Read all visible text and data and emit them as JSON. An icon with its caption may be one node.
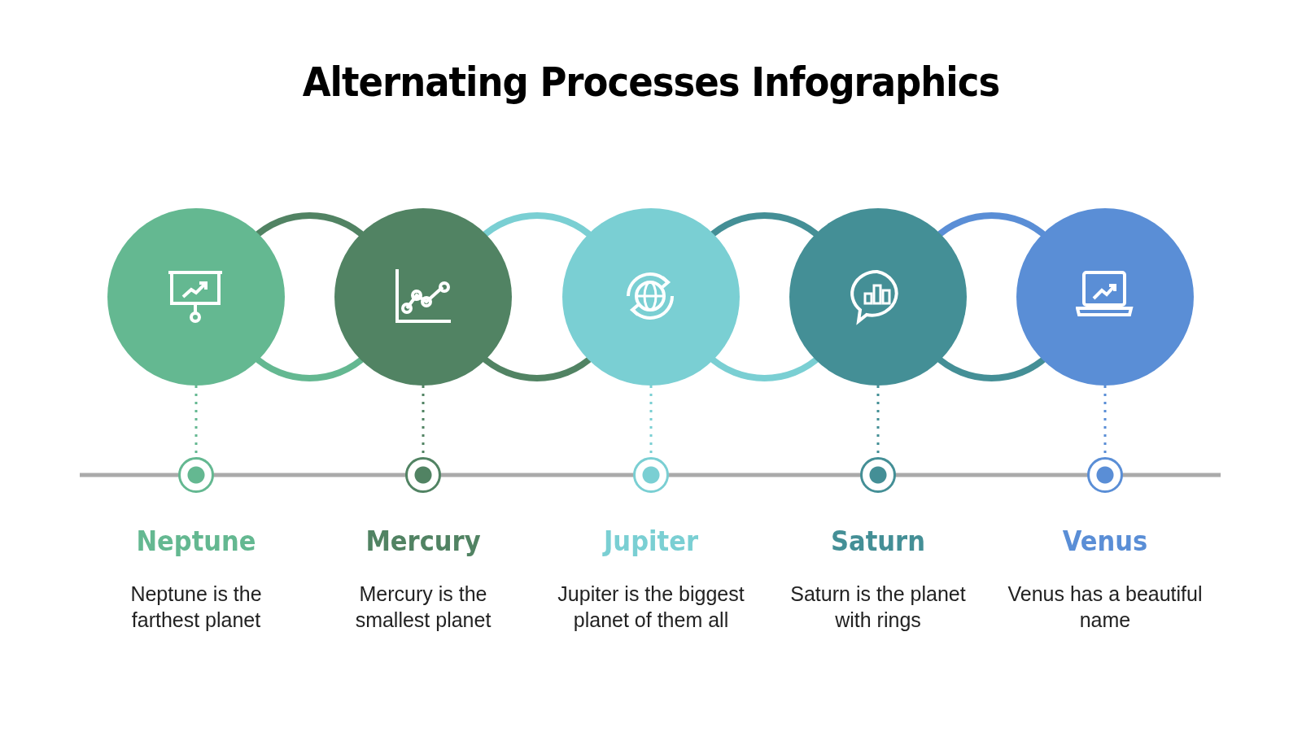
{
  "diagram": {
    "title": "Alternating Processes Infographics",
    "nodes": [
      {
        "text": [],
        "shape": "circle"
      },
      {
        "text": [],
        "shape": "circle"
      },
      {
        "text": [],
        "shape": "circle"
      },
      {
        "text": [],
        "shape": "circle"
      },
      {
        "text": [],
        "shape": "circle"
      },
      {
        "text": [],
        "shape": "circle",
        "beside": [
          "Neptune",
          "Neptune is the farthest planet"
        ]
      },
      {
        "text": [],
        "shape": "circle",
        "beside": [
          "Mercury",
          "Mercury is the smallest planet"
        ]
      },
      {
        "text": [],
        "shape": "circle",
        "beside": [
          "Jupiter",
          "Jupiter is the biggest planet of them all"
        ]
      },
      {
        "text": [],
        "shape": "circle",
        "beside": [
          "Saturn",
          "Saturn is the planet with rings"
        ]
      },
      {
        "text": [],
        "shape": "circle",
        "beside": [
          "Venus",
          "Venus has a beautiful name"
        ]
      }
    ],
    "edges": [
      {
        "from": 0,
        "to": 5,
        "arrow": "none",
        "style": "dashed",
        "color": "#64b891"
      },
      {
        "from": 1,
        "to": 6,
        "arrow": "none",
        "style": "dashed",
        "color": "#518363"
      },
      {
        "from": 2,
        "to": 7,
        "arrow": "none",
        "style": "dashed",
        "color": "#7acfd3"
      },
      {
        "from": 3,
        "to": 8,
        "arrow": "none",
        "style": "dashed",
        "color": "#448f96"
      },
      {
        "from": 4,
        "to": 9,
        "arrow": "none",
        "style": "dashed",
        "color": "#5a8ed6"
      }
    ]
  }
}
